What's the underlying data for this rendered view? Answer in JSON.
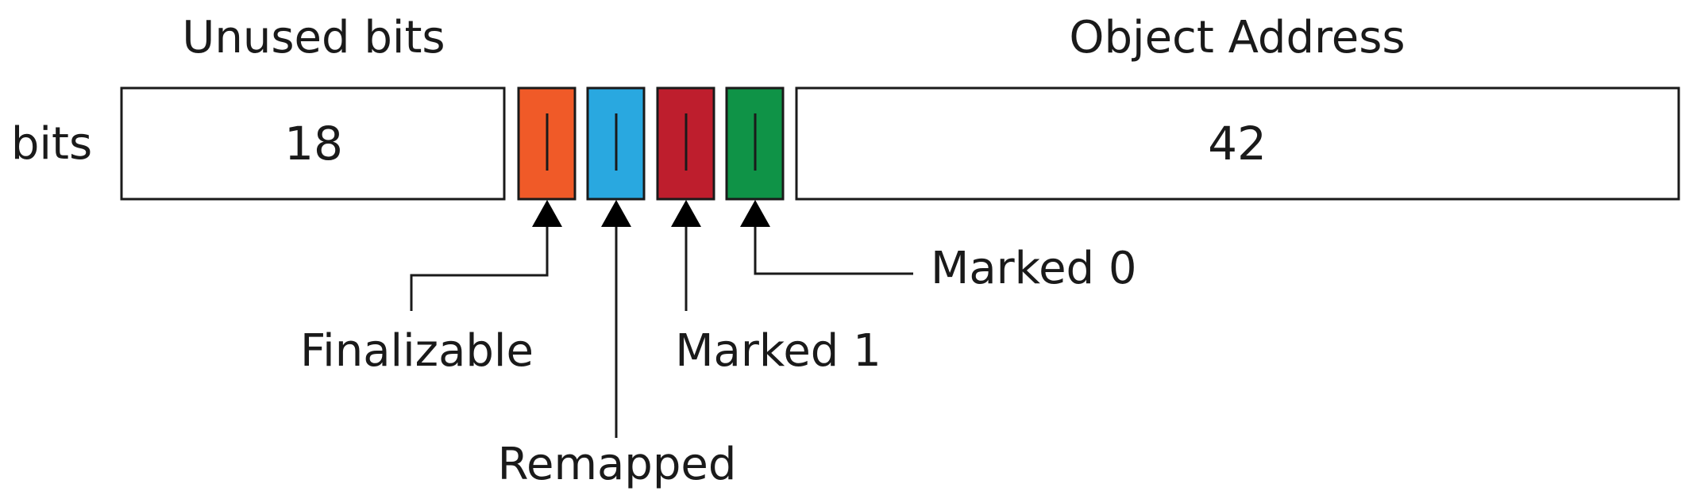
{
  "headers": {
    "unused": "Unused bits",
    "object": "Object Address"
  },
  "row_label": "bits",
  "fields": {
    "unused_count": "18",
    "object_count": "42"
  },
  "metadata_bits": [
    {
      "id": "finalizable",
      "label": "Finalizable",
      "color": "#f05a28",
      "tick": "|"
    },
    {
      "id": "remapped",
      "label": "Remapped",
      "color": "#29a8e0",
      "tick": "|"
    },
    {
      "id": "marked1",
      "label": "Marked 1",
      "color": "#be1e2d",
      "tick": "|"
    },
    {
      "id": "marked0",
      "label": "Marked 0",
      "color": "#0f9347",
      "tick": "|"
    }
  ]
}
